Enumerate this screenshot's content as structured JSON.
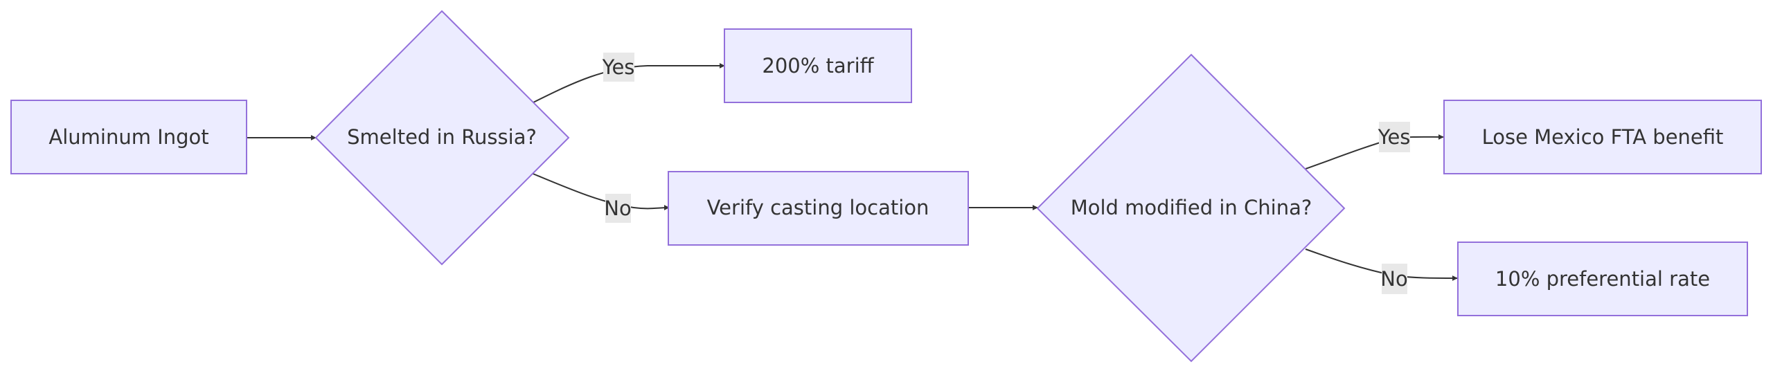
{
  "colors": {
    "node_fill": "#ECECFF",
    "node_stroke": "#9370DB",
    "edge": "#333333",
    "edge_label_bg": "#e8e8e8",
    "text": "#333333"
  },
  "nodes": {
    "ingot": {
      "label": "Aluminum Ingot",
      "shape": "rect"
    },
    "smelted": {
      "label": "Smelted in Russia?",
      "shape": "diamond"
    },
    "tariff": {
      "label": "200% tariff",
      "shape": "rect"
    },
    "verify": {
      "label": "Verify casting location",
      "shape": "rect"
    },
    "mold": {
      "label": "Mold modified in China?",
      "shape": "diamond"
    },
    "lose": {
      "label": "Lose Mexico FTA benefit",
      "shape": "rect"
    },
    "preferential": {
      "label": "10% preferential rate",
      "shape": "rect"
    }
  },
  "edges": {
    "ingot_to_smelted": {
      "from": "Aluminum Ingot",
      "to": "Smelted in Russia?",
      "label": ""
    },
    "smelted_yes": {
      "from": "Smelted in Russia?",
      "to": "200% tariff",
      "label": "Yes"
    },
    "smelted_no": {
      "from": "Smelted in Russia?",
      "to": "Verify casting location",
      "label": "No"
    },
    "verify_to_mold": {
      "from": "Verify casting location",
      "to": "Mold modified in China?",
      "label": ""
    },
    "mold_yes": {
      "from": "Mold modified in China?",
      "to": "Lose Mexico FTA benefit",
      "label": "Yes"
    },
    "mold_no": {
      "from": "Mold modified in China?",
      "to": "10% preferential rate",
      "label": "No"
    }
  }
}
